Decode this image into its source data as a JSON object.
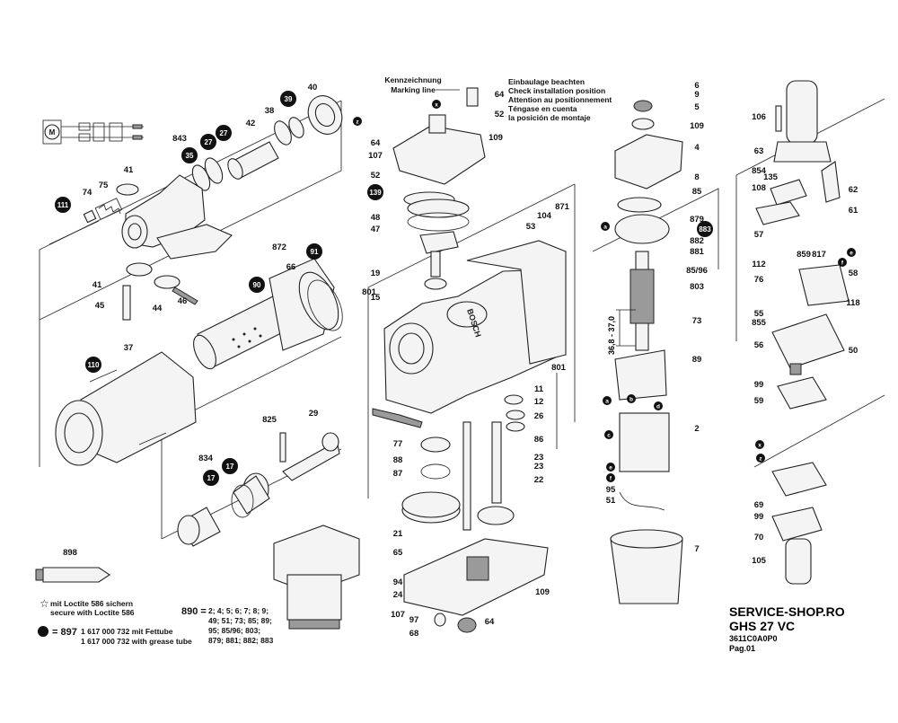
{
  "header": {
    "marking_line_de": "Kennzeichnung",
    "marking_line_en": "Marking line",
    "install_notes": [
      "Einbaulage beachten",
      "Check installation position",
      "Attention au positionnement",
      "Téngase en cuenta",
      "la posición de montaje"
    ]
  },
  "legend": {
    "loctite_de": "mit Loctite 586 sichern",
    "loctite_en": "secure with Loctite 586",
    "grease_code": "= 897",
    "grease_de": "1 617 000 732 mit Fettube",
    "grease_en": "1 617 000 732 with grease tube",
    "set_code": "890 =",
    "set_lines": [
      "2; 4; 5; 6; 7; 8; 9;",
      "49; 51; 73; 85; 89;",
      "95; 85/96; 803;",
      "879; 881; 882; 883"
    ]
  },
  "footer": {
    "site": "SERVICE-SHOP.RO",
    "model": "GHS 27 VC",
    "code": "3611C0A0P0",
    "page": "Pag.01"
  },
  "dimension": "36,8 - 37,0",
  "part_labels": [
    {
      "text": "40"
    },
    {
      "text": "39"
    },
    {
      "text": "38"
    },
    {
      "text": "42"
    },
    {
      "text": "843"
    },
    {
      "text": "35"
    },
    {
      "text": "27"
    },
    {
      "text": "27"
    },
    {
      "text": "41"
    },
    {
      "text": "75"
    },
    {
      "text": "74"
    },
    {
      "text": "111"
    },
    {
      "text": "41"
    },
    {
      "text": "45"
    },
    {
      "text": "44"
    },
    {
      "text": "46"
    },
    {
      "text": "872"
    },
    {
      "text": "66"
    },
    {
      "text": "91"
    },
    {
      "text": "90"
    },
    {
      "text": "37"
    },
    {
      "text": "110"
    },
    {
      "text": "825"
    },
    {
      "text": "29"
    },
    {
      "text": "834"
    },
    {
      "text": "17"
    },
    {
      "text": "17"
    },
    {
      "text": "898"
    },
    {
      "text": "64"
    },
    {
      "text": "107"
    },
    {
      "text": "52"
    },
    {
      "text": "139"
    },
    {
      "text": "48"
    },
    {
      "text": "47"
    },
    {
      "text": "19"
    },
    {
      "text": "15"
    },
    {
      "text": "801"
    },
    {
      "text": "64"
    },
    {
      "text": "52"
    },
    {
      "text": "109"
    },
    {
      "text": "104"
    },
    {
      "text": "871"
    },
    {
      "text": "53"
    },
    {
      "text": "801"
    },
    {
      "text": "77"
    },
    {
      "text": "88"
    },
    {
      "text": "87"
    },
    {
      "text": "11"
    },
    {
      "text": "12"
    },
    {
      "text": "26"
    },
    {
      "text": "86"
    },
    {
      "text": "23"
    },
    {
      "text": "23"
    },
    {
      "text": "22"
    },
    {
      "text": "21"
    },
    {
      "text": "65"
    },
    {
      "text": "94"
    },
    {
      "text": "24"
    },
    {
      "text": "107"
    },
    {
      "text": "97"
    },
    {
      "text": "68"
    },
    {
      "text": "64"
    },
    {
      "text": "109"
    },
    {
      "text": "6"
    },
    {
      "text": "9"
    },
    {
      "text": "5"
    },
    {
      "text": "109"
    },
    {
      "text": "4"
    },
    {
      "text": "8"
    },
    {
      "text": "85"
    },
    {
      "text": "879"
    },
    {
      "text": "883"
    },
    {
      "text": "882"
    },
    {
      "text": "881"
    },
    {
      "text": "85/96"
    },
    {
      "text": "803"
    },
    {
      "text": "73"
    },
    {
      "text": "89"
    },
    {
      "text": "2"
    },
    {
      "text": "95"
    },
    {
      "text": "51"
    },
    {
      "text": "7"
    },
    {
      "text": "106"
    },
    {
      "text": "63"
    },
    {
      "text": "854"
    },
    {
      "text": "135"
    },
    {
      "text": "108"
    },
    {
      "text": "62"
    },
    {
      "text": "61"
    },
    {
      "text": "57"
    },
    {
      "text": "859"
    },
    {
      "text": "817"
    },
    {
      "text": "112"
    },
    {
      "text": "58"
    },
    {
      "text": "76"
    },
    {
      "text": "118"
    },
    {
      "text": "55"
    },
    {
      "text": "855"
    },
    {
      "text": "56"
    },
    {
      "text": "50"
    },
    {
      "text": "99"
    },
    {
      "text": "59"
    },
    {
      "text": "69"
    },
    {
      "text": "99"
    },
    {
      "text": "70"
    },
    {
      "text": "105"
    }
  ],
  "connector_letters": [
    "a",
    "b",
    "c",
    "d",
    "e",
    "f",
    "x",
    "z"
  ],
  "housing_text": "BOSCH"
}
